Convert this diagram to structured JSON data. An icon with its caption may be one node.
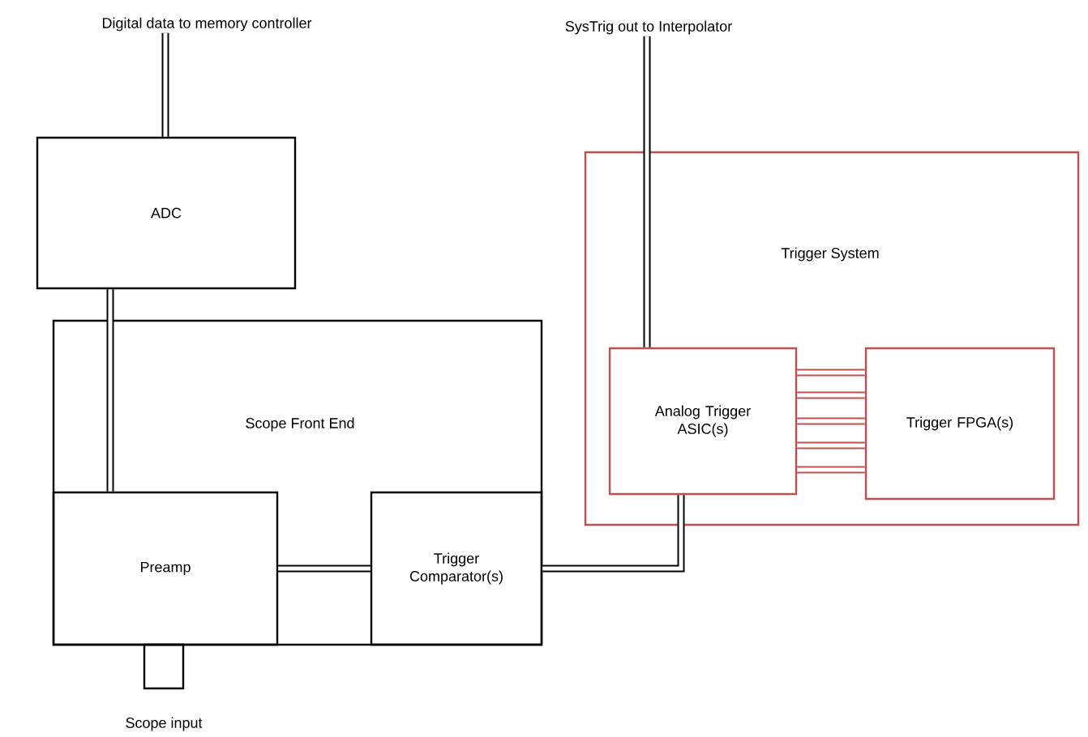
{
  "diagram": {
    "nodes": [
      {
        "text": [
          "Digital data to memory controller"
        ]
      },
      {
        "text": [
          "SysTrig out to Interpolator"
        ]
      },
      {
        "text": [
          "ADC"
        ]
      },
      {
        "text": [
          "Scope Front End"
        ]
      },
      {
        "text": [
          "Preamp"
        ],
        "in": 3
      },
      {
        "text": [
          "Trigger Comparator(s)"
        ],
        "in": 3
      },
      {
        "text": [
          "Trigger System"
        ]
      },
      {
        "text": [
          "Analog Trigger ASIC(s)"
        ],
        "in": 6
      },
      {
        "text": [
          "Trigger FPGA(s)"
        ],
        "in": 6
      },
      {
        "text": [
          "Scope input"
        ]
      }
    ],
    "edges": [
      {
        "from": 2,
        "to": 0,
        "arrow": "none"
      },
      {
        "from": 2,
        "to": 4,
        "arrow": "none"
      },
      {
        "from": 4,
        "to": 5,
        "arrow": "none"
      },
      {
        "from": 5,
        "to": 7,
        "arrow": "none"
      },
      {
        "from": 7,
        "to": 1,
        "arrow": "none"
      },
      {
        "from": 7,
        "to": 8,
        "arrow": "none",
        "color": "#c0504d"
      },
      {
        "from": 7,
        "to": 8,
        "arrow": "none",
        "color": "#c0504d"
      },
      {
        "from": 7,
        "to": 8,
        "arrow": "none",
        "color": "#c0504d"
      },
      {
        "from": 7,
        "to": 8,
        "arrow": "none",
        "color": "#c0504d"
      },
      {
        "from": 7,
        "to": 8,
        "arrow": "none",
        "color": "#c0504d"
      }
    ]
  }
}
